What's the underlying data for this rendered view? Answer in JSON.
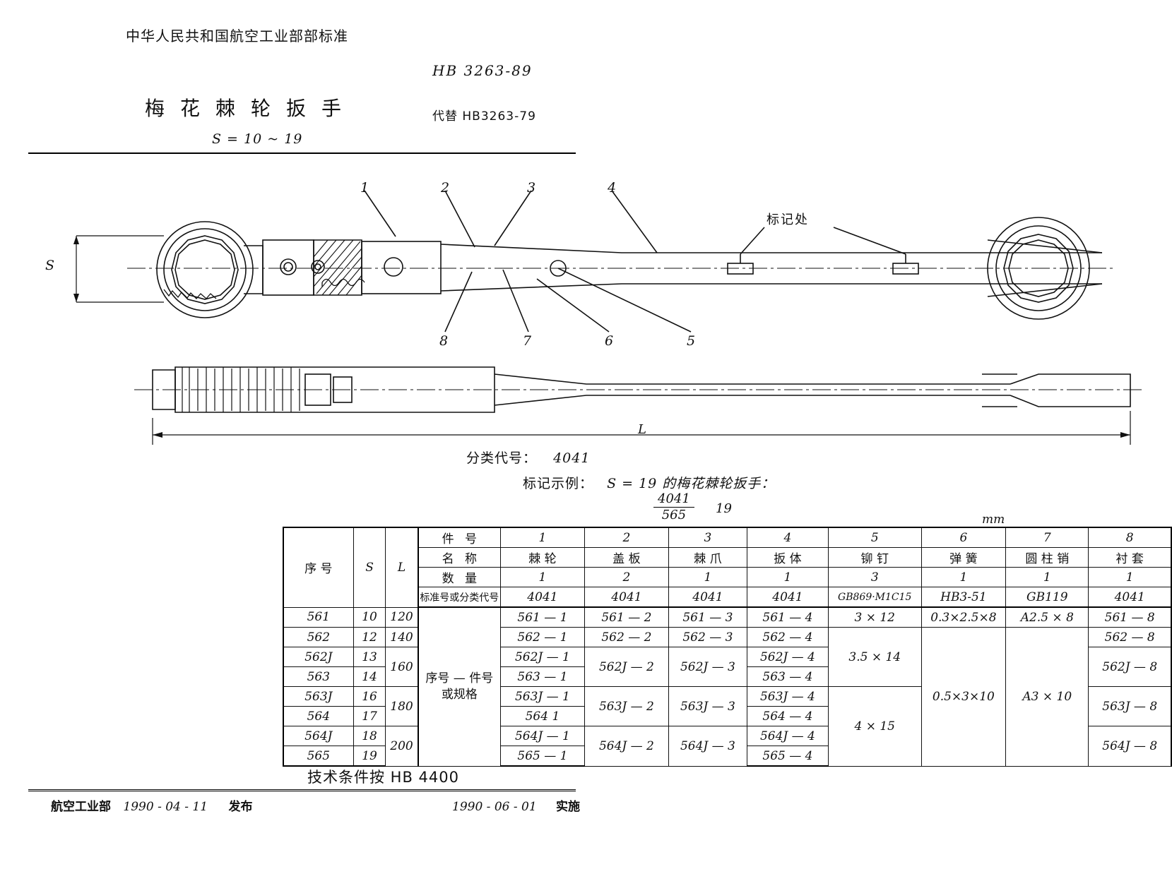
{
  "header": {
    "ministry": "中华人民共和国航空工业部部标准",
    "standard_no": "HB 3263-89",
    "title": "梅花棘轮扳手",
    "replaces": "代替 HB3263-79",
    "s_range": "S = 10 ~ 19"
  },
  "drawing": {
    "callouts_top": [
      "1",
      "2",
      "3",
      "4"
    ],
    "callouts_bottom": [
      "8",
      "7",
      "6",
      "5"
    ],
    "mark_location_label": "标记处",
    "dim_s": "S",
    "dim_l": "L"
  },
  "notes": {
    "class_code_label": "分类代号：",
    "class_code_value": "4041",
    "mark_example_label": "标记示例：",
    "mark_example_text": "S = 19 的梅花棘轮扳手：",
    "mark_fraction_numerator": "4041",
    "mark_fraction_denominator": "565",
    "mark_fraction_suffix": "19",
    "unit": "mm",
    "tech_condition": "技术条件按 HB 4400"
  },
  "table": {
    "col_xuhao": "序  号",
    "col_s": "S",
    "col_l": "L",
    "row_jianhao": "件        号",
    "row_mingcheng": "名        称",
    "row_shuliang": "数        量",
    "row_biaozhunhao": "标准号或分类代号",
    "corner_note_line1": "序号 — 件号",
    "corner_note_line2": "或规格",
    "part_numbers": [
      "1",
      "2",
      "3",
      "4",
      "5",
      "6",
      "7",
      "8"
    ],
    "part_names": [
      "棘  轮",
      "盖  板",
      "棘  爪",
      "扳  体",
      "铆      钉",
      "弹      簧",
      "圆 柱 销",
      "衬      套"
    ],
    "quantities": [
      "1",
      "2",
      "1",
      "1",
      "3",
      "1",
      "1",
      "1"
    ],
    "standards": [
      "4041",
      "4041",
      "4041",
      "4041",
      "GB869·M1C15",
      "HB3-51",
      "GB119",
      "4041"
    ],
    "rows": [
      {
        "xuhao": "561",
        "s": "10",
        "l": "120",
        "c1": "561 — 1",
        "c2": "561 — 2",
        "c3": "561 — 3",
        "c4": "561 — 4",
        "c5": "3 × 12",
        "c6": "0.3×2.5×8",
        "c7": "A2.5 × 8",
        "c8": "561 — 8"
      },
      {
        "xuhao": "562",
        "s": "12",
        "l": "140",
        "c1": "562 — 1",
        "c2": "562 — 2",
        "c3": "562 — 3",
        "c4": "562 — 4",
        "c5": "3.5 × 14",
        "c6": "0.5×3×10",
        "c7": "A3 × 10",
        "c8": "562 — 8"
      },
      {
        "xuhao": "562J",
        "s": "13",
        "l": "160",
        "c1": "562J — 1",
        "c2": "562J — 2",
        "c3": "562J — 3",
        "c4": "562J — 4",
        "c5": "3.5 × 14",
        "c6": "0.5×3×10",
        "c7": "A3 × 10",
        "c8": "562J — 8"
      },
      {
        "xuhao": "563",
        "s": "14",
        "l": "160",
        "c1": "563 — 1",
        "c2": "562J — 2",
        "c3": "562J — 3",
        "c4": "563 — 4",
        "c5": "3.5 × 14",
        "c6": "0.5×3×10",
        "c7": "A3 × 10",
        "c8": "562J — 8"
      },
      {
        "xuhao": "563J",
        "s": "16",
        "l": "180",
        "c1": "563J — 1",
        "c2": "563J — 2",
        "c3": "563J — 3",
        "c4": "563J — 4",
        "c5": "4 × 15",
        "c6": "0.5×3×10",
        "c7": "A3 × 10",
        "c8": "563J — 8"
      },
      {
        "xuhao": "564",
        "s": "17",
        "l": "180",
        "c1": "564  1",
        "c2": "563J — 2",
        "c3": "563J — 3",
        "c4": "564 — 4",
        "c5": "4 × 15",
        "c6": "0.5×3×10",
        "c7": "A3 × 10",
        "c8": "563J — 8"
      },
      {
        "xuhao": "564J",
        "s": "18",
        "l": "200",
        "c1": "564J — 1",
        "c2": "564J — 2",
        "c3": "564J — 3",
        "c4": "564J — 4",
        "c5": "4 × 15",
        "c6": "0.5×3×10",
        "c7": "A3 × 10",
        "c8": "564J — 8"
      },
      {
        "xuhao": "565",
        "s": "19",
        "l": "200",
        "c1": "565 — 1",
        "c2": "564J — 2",
        "c3": "564J — 3",
        "c4": "565 — 4",
        "c5": "4 × 15",
        "c6": "0.5×3×10",
        "c7": "A3 × 10",
        "c8": "564J — 8"
      }
    ]
  },
  "footer": {
    "issuer": "航空工业部",
    "issue_date": "1990 - 04 - 11",
    "issue_word": "发布",
    "effective_date": "1990 - 06 - 01",
    "effective_word": "实施"
  }
}
